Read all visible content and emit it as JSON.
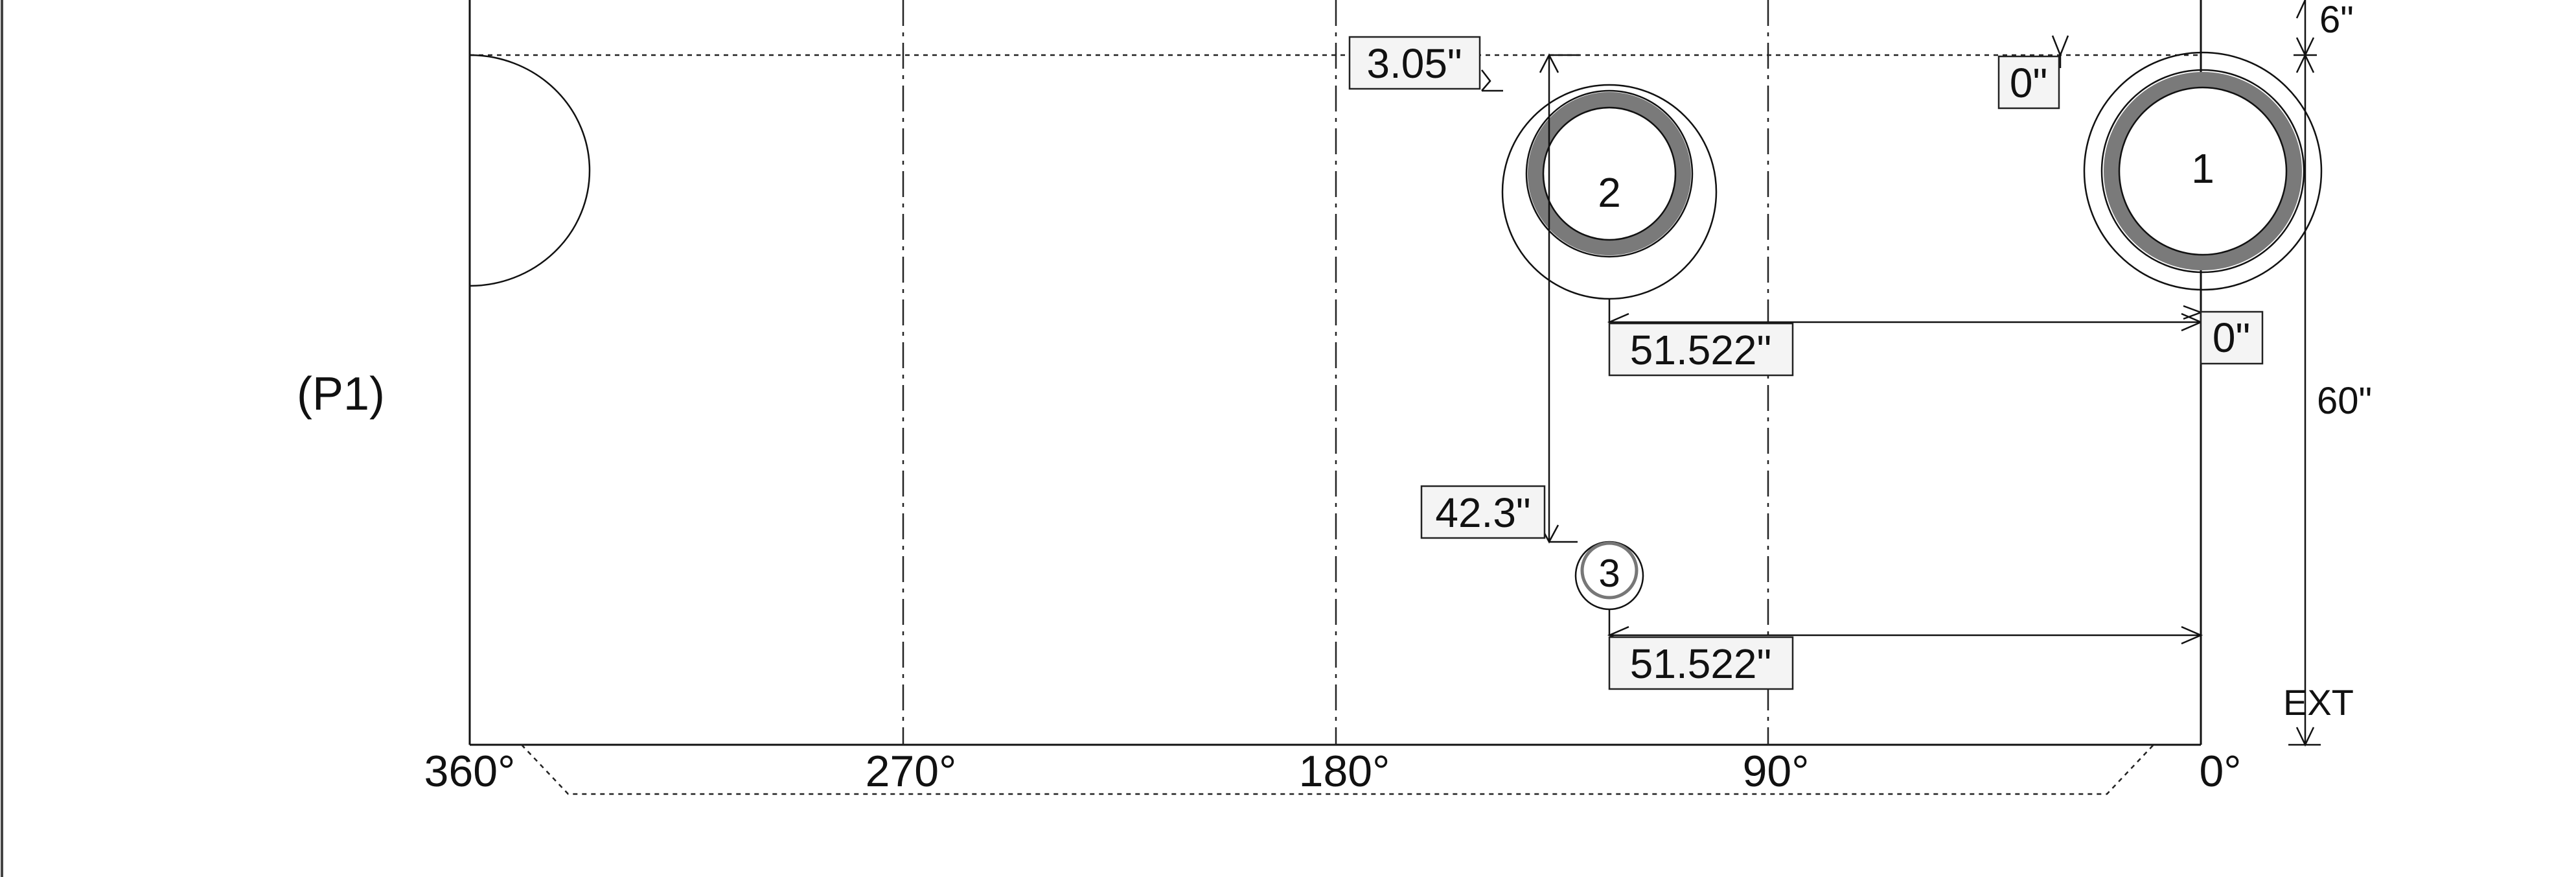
{
  "drawing": {
    "panel_label": "(P1)",
    "angles": [
      "360°",
      "270°",
      "180°",
      "90°",
      "0°"
    ],
    "ext_label": "EXT",
    "holes": [
      {
        "label": "1"
      },
      {
        "label": "2"
      },
      {
        "label": "3"
      }
    ],
    "dimensions": {
      "top_offset_1": "0\"",
      "top_offset_2": "3.05\"",
      "side_offset_1": "0\"",
      "h2_distance": "51.522\"",
      "vertical_2_3": "42.3\"",
      "h3_distance": "51.522\"",
      "top_margin": "6\"",
      "total_height": "60\""
    }
  }
}
